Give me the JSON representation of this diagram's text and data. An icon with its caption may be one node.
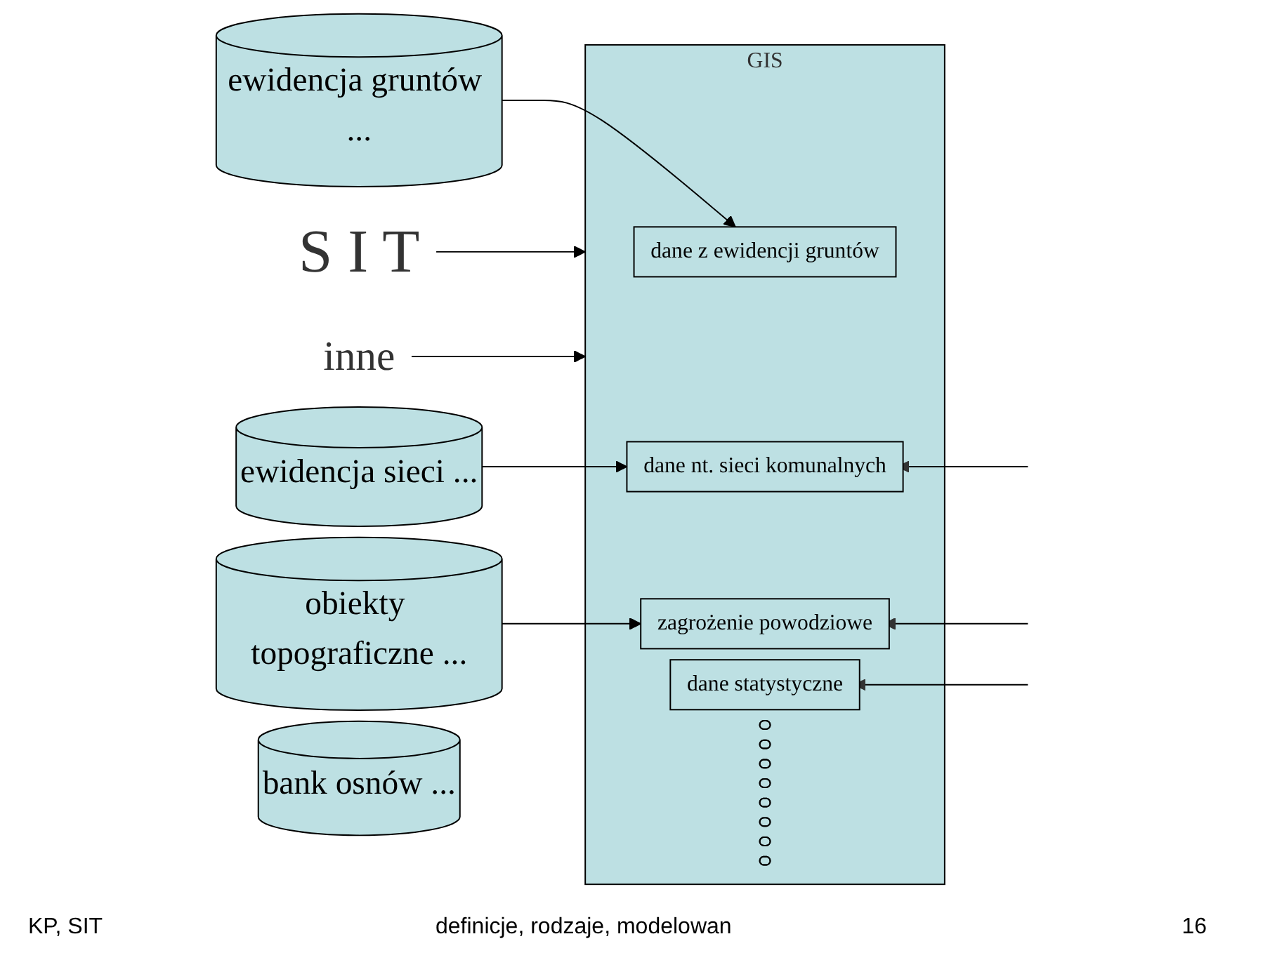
{
  "diagram": {
    "nodes": [
      {
        "text": [
          "S I T"
        ]
      },
      {
        "text": [
          "inne"
        ]
      },
      {
        "text": [
          "GIS"
        ]
      },
      {
        "text": [
          "dane z ewidencji gruntów"
        ],
        "in": 2
      },
      {
        "text": [
          "dane nt. sieci komunalnych"
        ],
        "in": 2
      },
      {
        "text": [
          "dane statystyczne"
        ],
        "in": 2
      },
      {
        "text": [
          "zagrożenie powodziowe"
        ],
        "in": 2
      },
      {
        "text": [],
        "shape": "band",
        "in": 2
      },
      {
        "text": [],
        "shape": "band",
        "in": 2
      },
      {
        "text": [],
        "shape": "band",
        "in": 2
      },
      {
        "text": [],
        "shape": "band",
        "in": 2
      },
      {
        "text": [],
        "shape": "band",
        "in": 2
      },
      {
        "text": [],
        "shape": "band",
        "in": 2
      },
      {
        "text": [],
        "shape": "band",
        "in": 2
      },
      {
        "text": [],
        "shape": "band",
        "in": 2
      },
      {
        "text": [
          "ewidencja gruntów ..."
        ]
      },
      {
        "text": [
          "ewidencja sieci ..."
        ]
      },
      {
        "text": [
          "obiekty topograficzne ..."
        ]
      },
      {
        "text": [
          "bank osnów ..."
        ]
      }
    ],
    "edges": [
      {
        "from": 0,
        "to": 2,
        "arrow": "to"
      },
      {
        "from": 1,
        "to": 2,
        "arrow": "to"
      },
      {
        "from": 15,
        "to": 3,
        "arrow": "to"
      },
      {
        "from": 16,
        "to": 4,
        "arrow": "to"
      },
      {
        "from": 17,
        "to": 6,
        "arrow": "to"
      },
      {
        "from": null,
        "to": 4,
        "arrow": "to"
      },
      {
        "from": null,
        "to": 5,
        "arrow": "to"
      },
      {
        "from": null,
        "to": 6,
        "arrow": "to"
      }
    ],
    "labels": [
      "KP, SIT",
      "definicje, rodzaje, modelowan",
      "16"
    ]
  }
}
